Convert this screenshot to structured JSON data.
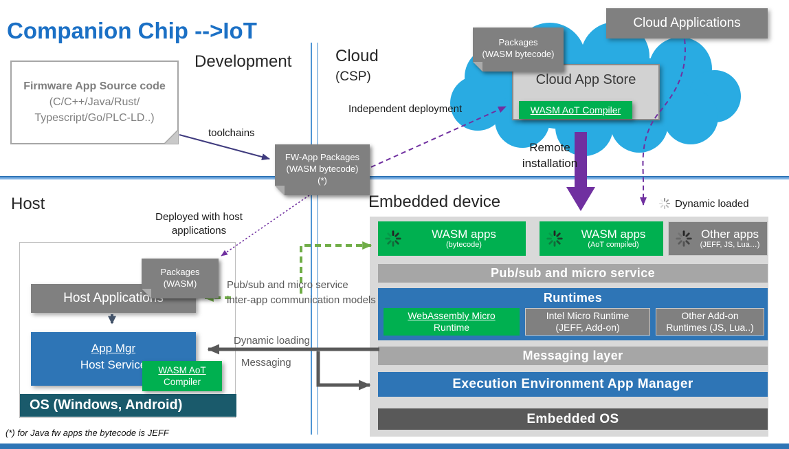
{
  "title": "Companion Chip -->IoT",
  "footnote": "(*) for Java fw apps the bytecode is JEFF",
  "section_labels": {
    "development": "Development",
    "cloud": "Cloud",
    "cloud_sub": "(CSP)",
    "host": "Host",
    "embedded": "Embedded device"
  },
  "firmware_box": {
    "title": "Firmware App Source code",
    "line2": "(C/C++/Java/Rust/",
    "line3": "Typescript/Go/PLC-LD..)"
  },
  "notes": {
    "fw_app": {
      "line1": "FW-App Packages",
      "line2": "(WASM bytecode)",
      "line3": "(*)"
    },
    "cloud_pkg": {
      "line1": "Packages",
      "line2": "(WASM bytecode)"
    },
    "host_pkg": {
      "line1": "Packages",
      "line2": "(WASM)"
    }
  },
  "labels": {
    "toolchains": "toolchains",
    "independent_deployment": "Independent deployment",
    "remote_line1": "Remote",
    "remote_line2": "installation",
    "deployed_line1": "Deployed with host",
    "deployed_line2": "applications",
    "pubsub_line1": "Pub/sub and micro service",
    "pubsub_line2": "inter-app communication models",
    "dynamic_loading": "Dynamic loading",
    "messaging": "Messaging",
    "dynamic_loaded": "Dynamic loaded"
  },
  "cloud": {
    "applications": "Cloud Applications",
    "app_store": "Cloud App Store",
    "compiler": "WASM AoT Compiler"
  },
  "host": {
    "applications": "Host Applications",
    "app_mgr_line1": "App Mgr",
    "app_mgr_line2": "Host Service",
    "compiler_line1": "WASM AoT",
    "compiler_line2": "Compiler",
    "os": "OS (Windows, Android)"
  },
  "embedded": {
    "apps": [
      {
        "title": "WASM apps",
        "sub": "(bytecode)"
      },
      {
        "title": "WASM apps",
        "sub": "(AoT compiled)"
      },
      {
        "title": "Other apps",
        "sub": "(JEFF, JS, Lua…)"
      }
    ],
    "pubsub_bar": "Pub/sub and micro service",
    "runtimes_title": "Runtimes",
    "runtimes": [
      {
        "line1": "WebAssembly Micro",
        "line2": "Runtime"
      },
      {
        "line1": "Intel Micro Runtime",
        "line2": "(JEFF, Add-on)"
      },
      {
        "line1": "Other Add-on",
        "line2": "Runtimes (JS, Lua..)"
      }
    ],
    "messaging_bar": "Messaging layer",
    "execution_bar": "Execution Environment App Manager",
    "os_bar": "Embedded OS"
  },
  "colors": {
    "title_blue": "#1B70C5",
    "green": "#00B050",
    "gray_box": "#808080",
    "panel_gray": "#D9D9D9",
    "bar_gray": "#A6A6A6",
    "blue_bar": "#2E75B6",
    "dark_teal": "#1A5A6B",
    "dark_gray": "#595959",
    "cloud_cyan": "#29ABE2",
    "purple": "#7030A0",
    "green_arrow": "#70AD47"
  }
}
